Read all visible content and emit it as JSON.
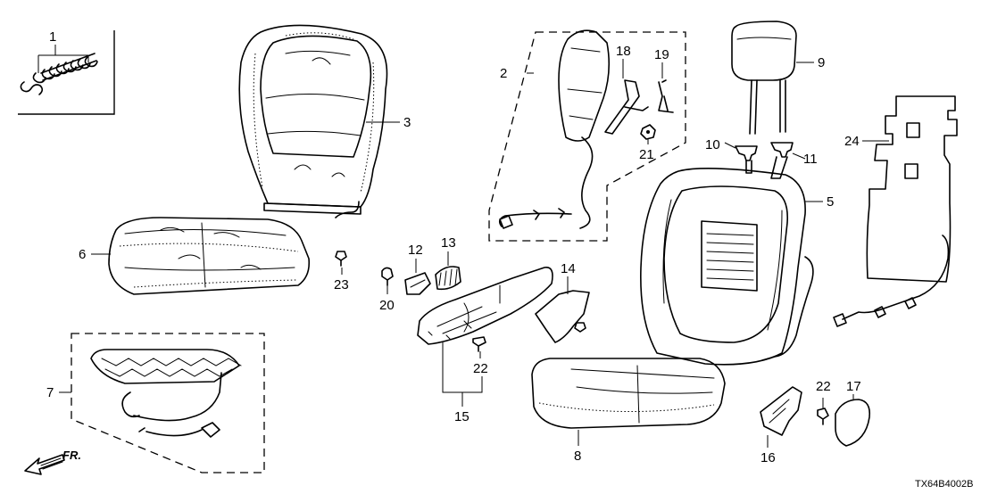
{
  "part_numbers": [
    "1",
    "2",
    "3",
    "5",
    "6",
    "7",
    "8",
    "9",
    "10",
    "11",
    "12",
    "13",
    "14",
    "15",
    "16",
    "17",
    "18",
    "19",
    "20",
    "21",
    "22",
    "22",
    "23",
    "24"
  ],
  "direction_label": "FR.",
  "diagram_code": "TX64B4002B"
}
